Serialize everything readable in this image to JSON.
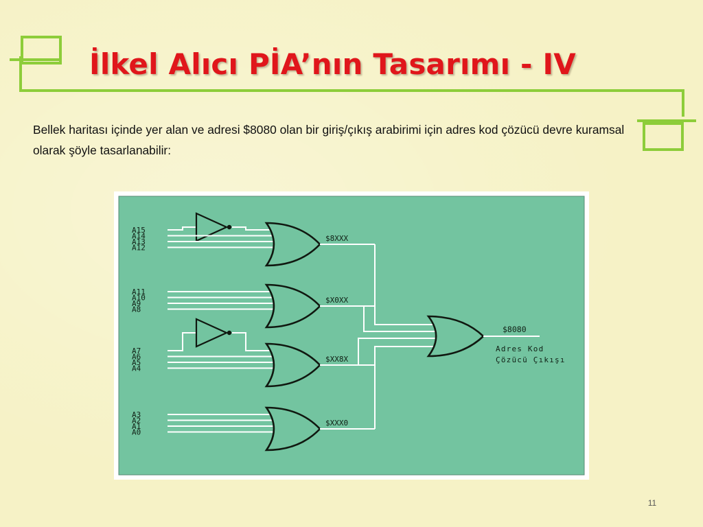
{
  "slide": {
    "title": "İlkel Alıcı PİA’nın Tasarımı - IV",
    "body_text": "Bellek haritası içinde yer alan ve adresi $8080 olan bir giriş/çıkış arabirimi için adres kod çözücü devre kuramsal olarak şöyle tasarlanabilir:",
    "page_number": "11"
  },
  "colors": {
    "title": "#e0161b",
    "accent_green": "#8dcd3a",
    "diagram_bg": "#73c4a0",
    "wire": "#ffffff",
    "gate_outline": "#101810"
  },
  "diagram": {
    "groups": [
      {
        "inputs": [
          "A15",
          "A14",
          "A13",
          "A12"
        ],
        "inverted": "A15",
        "output_label": "$8XXX"
      },
      {
        "inputs": [
          "A11",
          "A10",
          "A9",
          "A8"
        ],
        "inverted": "",
        "output_label": "$X0XX"
      },
      {
        "inputs": [
          "A7",
          "A6",
          "A5",
          "A4"
        ],
        "inverted": "A7",
        "output_label": "$XX8X"
      },
      {
        "inputs": [
          "A3",
          "A2",
          "A1",
          "A0"
        ],
        "inverted": "",
        "output_label": "$XXX0"
      }
    ],
    "final_output_label": "$8080",
    "caption_lines": [
      "Adres Kod",
      "Çözücü Çıkışı"
    ]
  }
}
